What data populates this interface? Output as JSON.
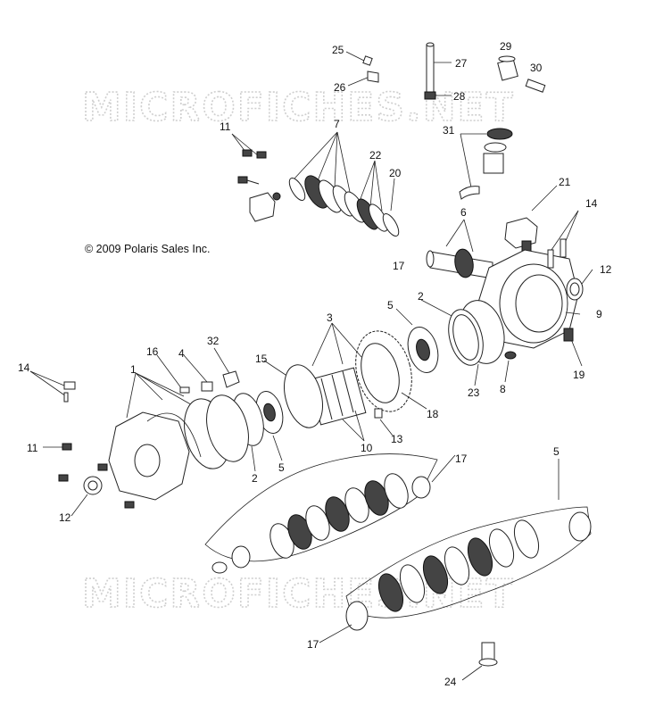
{
  "copyright": "© 2009 Polaris Sales Inc.",
  "watermark": "MICROFICHES.NET",
  "callouts": [
    {
      "id": "c25",
      "label": "25"
    },
    {
      "id": "c26",
      "label": "26"
    },
    {
      "id": "c27",
      "label": "27"
    },
    {
      "id": "c28",
      "label": "28"
    },
    {
      "id": "c29",
      "label": "29"
    },
    {
      "id": "c30",
      "label": "30"
    },
    {
      "id": "c11a",
      "label": "11"
    },
    {
      "id": "c7",
      "label": "7"
    },
    {
      "id": "c22",
      "label": "22"
    },
    {
      "id": "c20",
      "label": "20"
    },
    {
      "id": "c31",
      "label": "31"
    },
    {
      "id": "c21",
      "label": "21"
    },
    {
      "id": "c6",
      "label": "6"
    },
    {
      "id": "c14a",
      "label": "14"
    },
    {
      "id": "c17a",
      "label": "17"
    },
    {
      "id": "c12a",
      "label": "12"
    },
    {
      "id": "c2a",
      "label": "2"
    },
    {
      "id": "c5a",
      "label": "5"
    },
    {
      "id": "c9",
      "label": "9"
    },
    {
      "id": "c3",
      "label": "3"
    },
    {
      "id": "c32",
      "label": "32"
    },
    {
      "id": "c16",
      "label": "16"
    },
    {
      "id": "c4",
      "label": "4"
    },
    {
      "id": "c1",
      "label": "1"
    },
    {
      "id": "c15",
      "label": "15"
    },
    {
      "id": "c14b",
      "label": "14"
    },
    {
      "id": "c23",
      "label": "23"
    },
    {
      "id": "c8",
      "label": "8"
    },
    {
      "id": "c19",
      "label": "19"
    },
    {
      "id": "c18",
      "label": "18"
    },
    {
      "id": "c13",
      "label": "13"
    },
    {
      "id": "c10",
      "label": "10"
    },
    {
      "id": "c11b",
      "label": "11"
    },
    {
      "id": "c5b",
      "label": "5"
    },
    {
      "id": "c2b",
      "label": "2"
    },
    {
      "id": "c12b",
      "label": "12"
    },
    {
      "id": "c17b",
      "label": "17"
    },
    {
      "id": "c5c",
      "label": "5"
    },
    {
      "id": "c17c",
      "label": "17"
    },
    {
      "id": "c24",
      "label": "24"
    }
  ]
}
